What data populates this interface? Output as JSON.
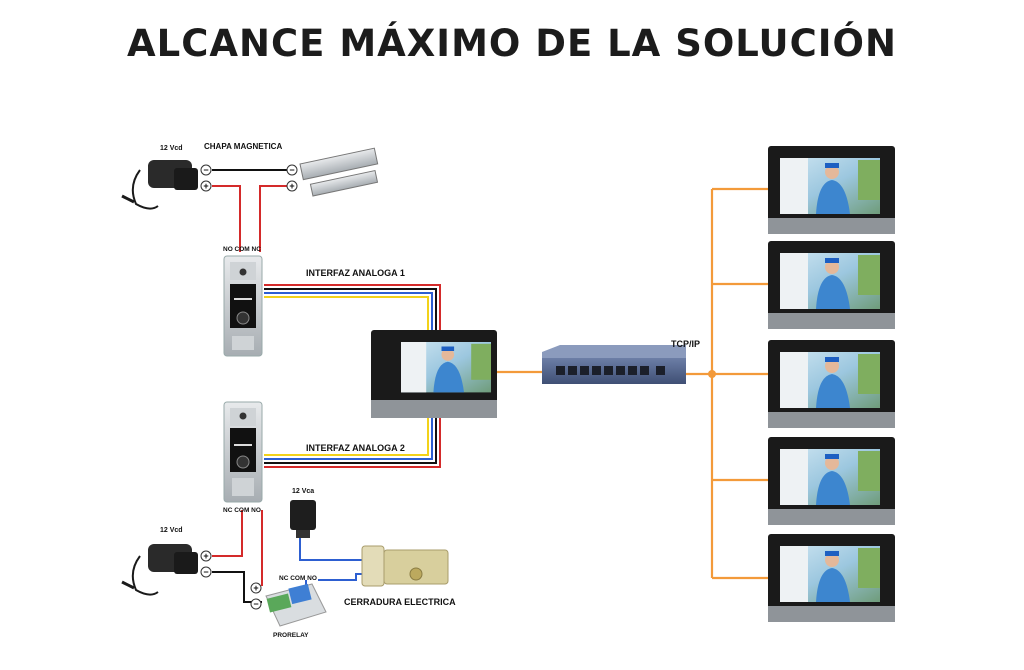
{
  "title": "ALCANCE MÁXIMO DE LA SOLUCIÓN",
  "labels": {
    "psu_top_voltage": "12 Vcd",
    "chapa": "CHAPA MAGNETICA",
    "terminals_top": "NO COM NC",
    "interfaz1": "INTERFAZ ANALOGA 1",
    "interfaz2": "INTERFAZ ANALOGA 2",
    "terminals_bottom": "NC COM NO",
    "psu_bottom_voltage": "12 Vcd",
    "vca": "12 Vca",
    "relay_terminals": "NC COM NO",
    "cerradura": "CERRADURA ELECTRICA",
    "prorelay": "PRORELAY",
    "tcpip": "TCP/IP",
    "minus": "−",
    "plus": "+"
  },
  "colors": {
    "wire_red": "#d42a2a",
    "wire_black": "#111111",
    "wire_yellow": "#f2d21a",
    "wire_blue": "#2d5fd1",
    "wire_orange": "#f39a3a",
    "screen_frame": "#1a1a1a",
    "monitor_base": "#8f9499"
  },
  "monitor_count": 5
}
